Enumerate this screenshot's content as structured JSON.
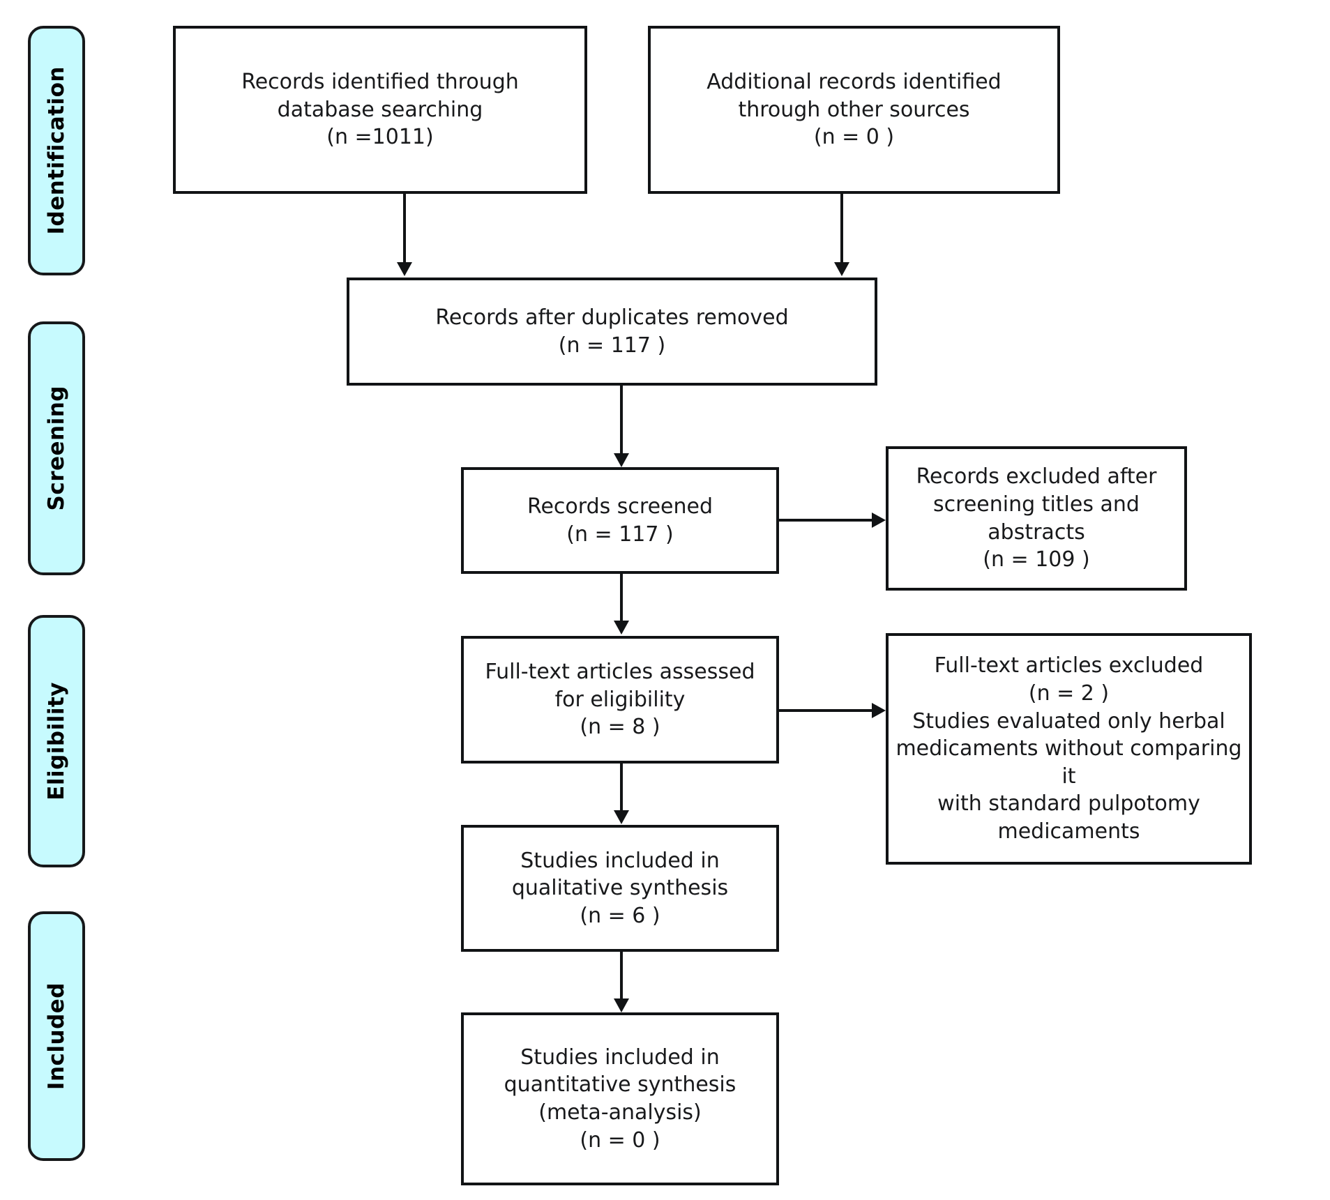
{
  "diagram": {
    "type": "prisma-flow-diagram",
    "accent_color": "#c7fafe",
    "line_color": "#111315",
    "stages": [
      {
        "id": "identification",
        "label": "Identification"
      },
      {
        "id": "screening",
        "label": "Screening"
      },
      {
        "id": "eligibility",
        "label": "Eligibility"
      },
      {
        "id": "included",
        "label": "Included"
      }
    ],
    "boxes": {
      "records_database": {
        "lines": [
          "Records identified through",
          "database searching",
          "(n =1011)"
        ],
        "n": 1011
      },
      "records_other_sources": {
        "lines": [
          "Additional records identified",
          "through other sources",
          "(n = 0  )"
        ],
        "n": 0
      },
      "duplicates_removed": {
        "lines": [
          "Records after duplicates removed",
          "(n =  117 )"
        ],
        "n": 117
      },
      "records_screened": {
        "lines": [
          "Records screened",
          "(n = 117  )"
        ],
        "n": 117
      },
      "records_excluded": {
        "lines": [
          "Records excluded after",
          "screening titles and abstracts",
          "(n = 109  )"
        ],
        "n": 109
      },
      "fulltext_assessed": {
        "lines": [
          "Full-text articles assessed",
          "for eligibility",
          "(n = 8  )"
        ],
        "n": 8
      },
      "fulltext_excluded": {
        "lines": [
          "Full-text articles excluded",
          "(n = 2  )",
          "Studies evaluated only herbal",
          "medicaments without comparing it",
          "with standard pulpotomy",
          "medicaments"
        ],
        "n": 2
      },
      "qualitative_synthesis": {
        "lines": [
          "Studies included in",
          "qualitative synthesis",
          "(n =  6 )"
        ],
        "n": 6
      },
      "quantitative_synthesis": {
        "lines": [
          "Studies included in",
          "quantitative synthesis",
          "(meta-analysis)",
          "(n = 0  )"
        ],
        "n": 0
      }
    }
  }
}
